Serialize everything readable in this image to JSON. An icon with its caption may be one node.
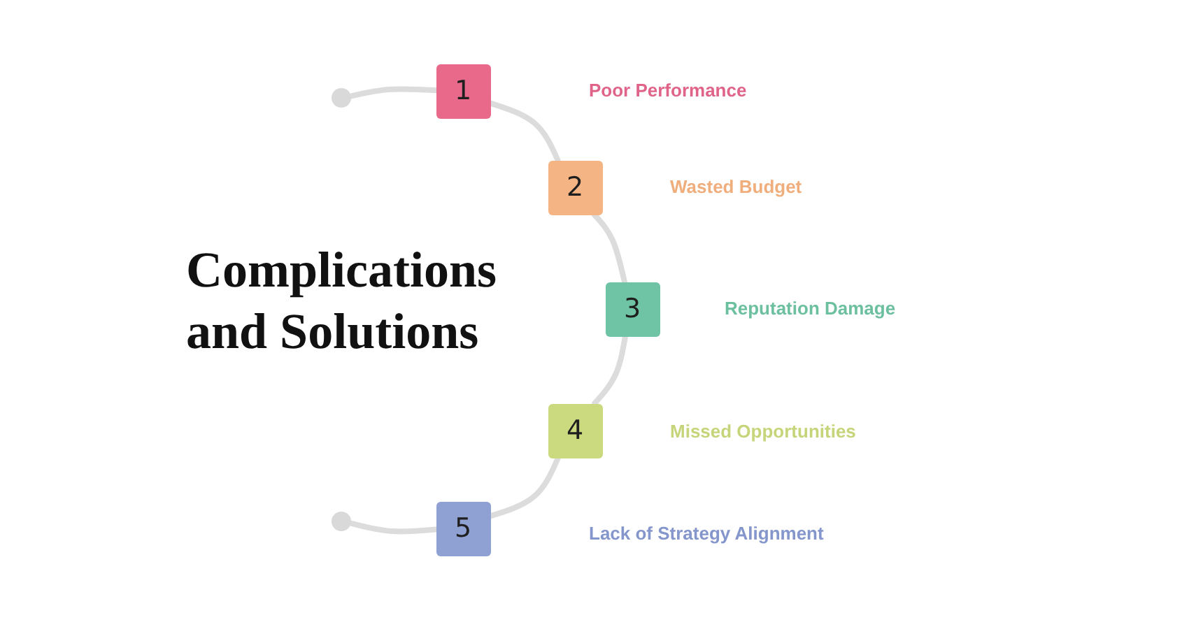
{
  "diagram": {
    "title": "Complications and Solutions",
    "nodes": [
      {
        "text": [],
        "shape": "circle"
      },
      {
        "text": [
          "1"
        ]
      },
      {
        "text": [
          "2"
        ]
      },
      {
        "text": [
          "3"
        ]
      },
      {
        "text": [
          "4"
        ]
      },
      {
        "text": [
          "5"
        ]
      },
      {
        "text": [],
        "shape": "circle"
      }
    ],
    "edges": [
      {
        "from": 0,
        "to": 1,
        "arrow": "none"
      },
      {
        "from": 1,
        "to": 2,
        "arrow": "none"
      },
      {
        "from": 2,
        "to": 3,
        "arrow": "none"
      },
      {
        "from": 3,
        "to": 4,
        "arrow": "none"
      },
      {
        "from": 4,
        "to": 5,
        "arrow": "none"
      },
      {
        "from": 5,
        "to": 6,
        "arrow": "none"
      }
    ],
    "labels": [
      "Poor Performance",
      "Wasted Budget",
      "Reputation Damage",
      "Missed Opportunities",
      "Lack of Strategy Alignment"
    ]
  }
}
